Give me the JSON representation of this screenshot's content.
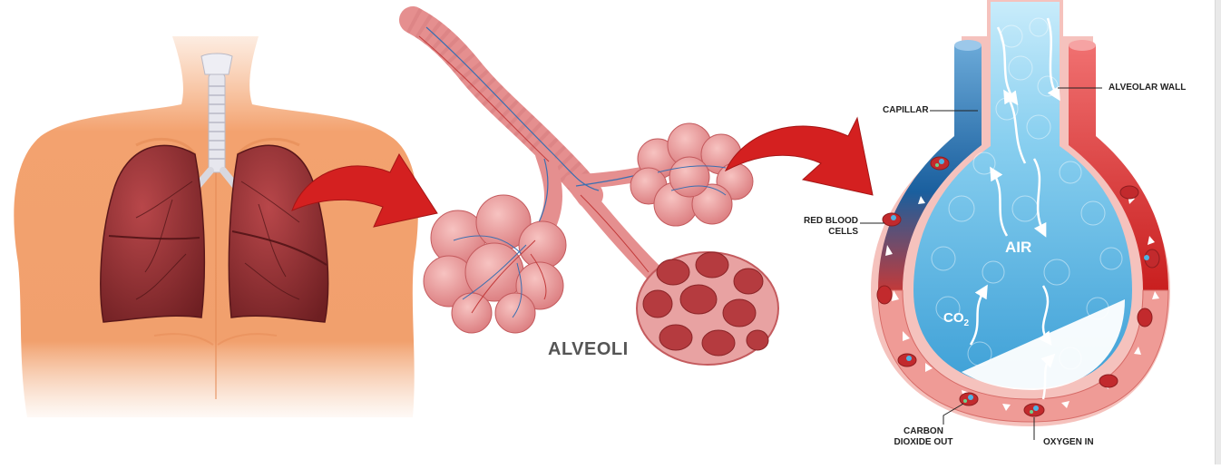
{
  "labels": {
    "alveoli": "ALVEOLI",
    "capillar": "CAPILLAR",
    "alveolar_wall": "ALVEOLAR WALL",
    "red_blood_cells_line1": "RED BLOOD",
    "red_blood_cells_line2": "CELLS",
    "air": "AIR",
    "co2_main": "CO",
    "co2_sub": "2",
    "carbon_line1": "CARBON",
    "carbon_line2": "DIOXIDE OUT",
    "oxygen_in": "OXYGEN IN"
  },
  "colors": {
    "skin": "#f3a574",
    "lung": "#8e2b2b",
    "trachea": "#e8e8ec",
    "alveoli_tissue": "#e58f8f",
    "arrow_red": "#d42020",
    "air_blue": "#7cc4ea",
    "capillary_blue": "#1a5f9e",
    "capillary_red": "#d72828"
  }
}
